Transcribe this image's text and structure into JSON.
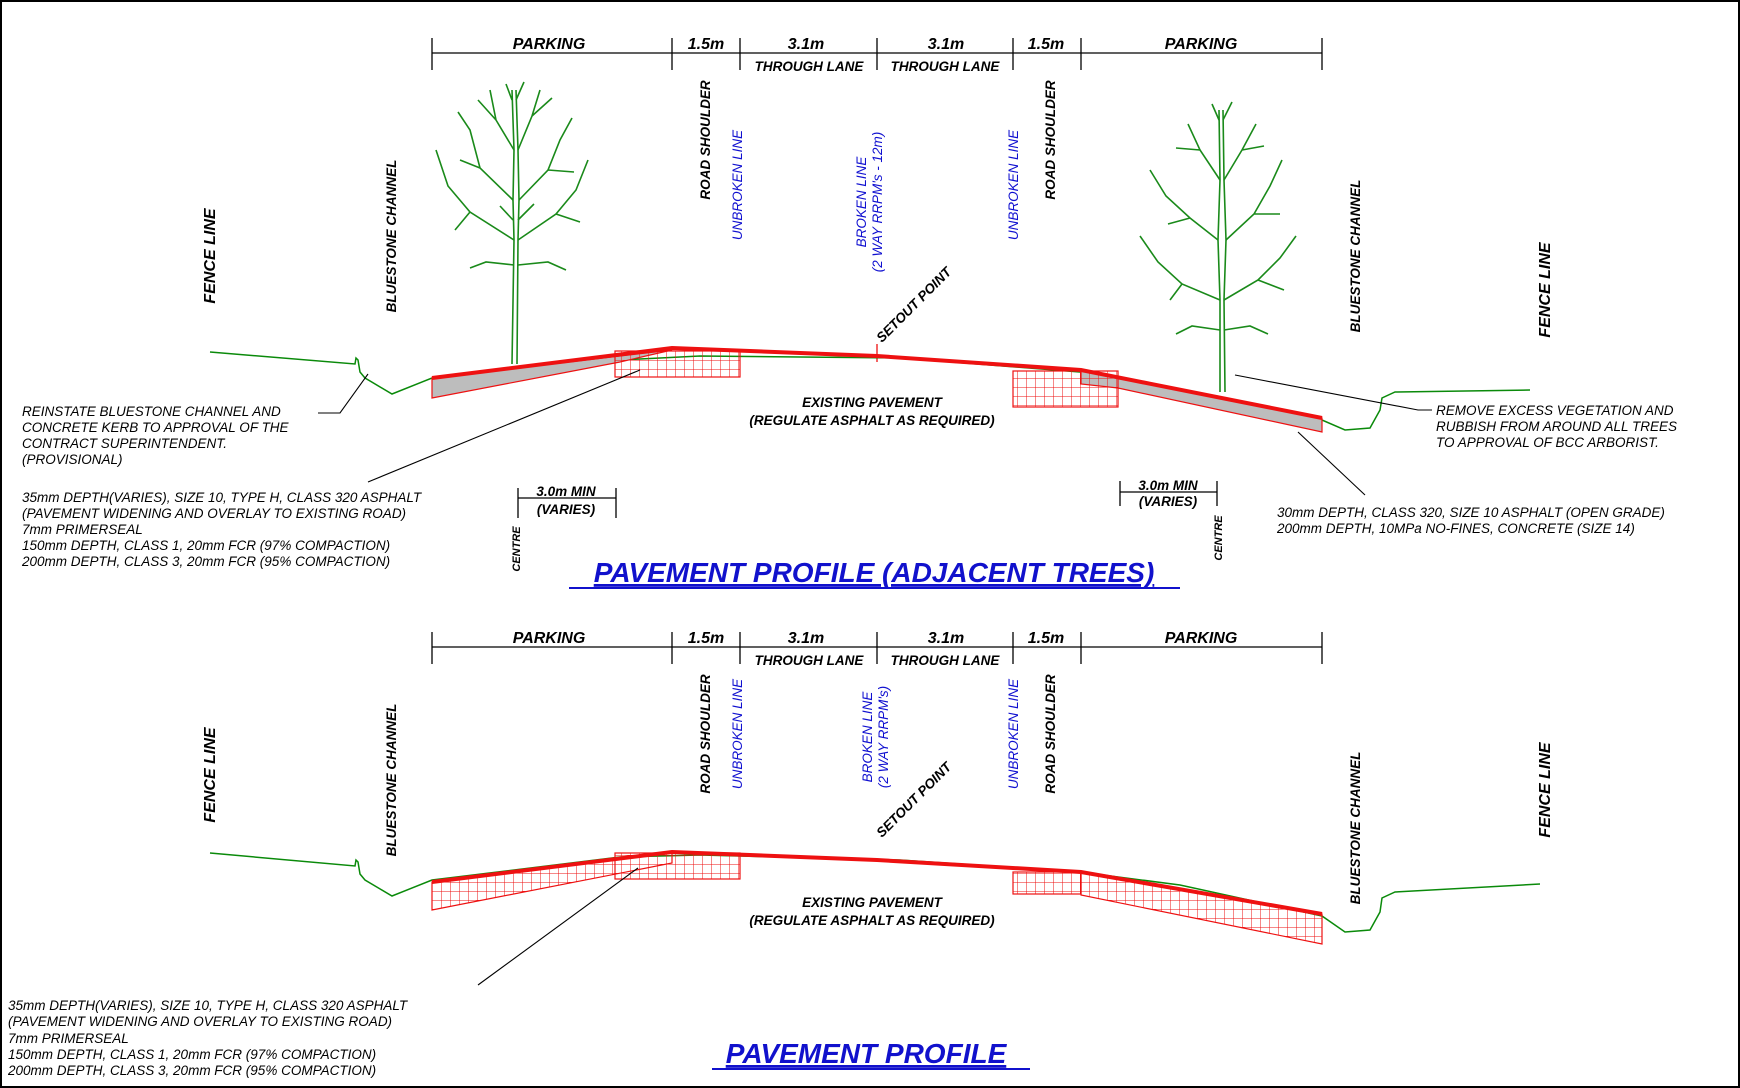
{
  "top": {
    "title": "PAVEMENT PROFILE (ADJACENT TREES)",
    "dims": {
      "parking_left": "PARKING",
      "shoulder_left": "1.5m",
      "lane_left": "3.1m",
      "lane_right": "3.1m",
      "shoulder_right": "1.5m",
      "parking_right": "PARKING",
      "through_lane_left": "THROUGH LANE",
      "through_lane_right": "THROUGH LANE"
    },
    "labels": {
      "fence_left": "FENCE LINE",
      "fence_right": "FENCE LINE",
      "channel_left": "BLUESTONE CHANNEL",
      "channel_right": "BLUESTONE CHANNEL",
      "shoulder_left": "ROAD SHOULDER",
      "shoulder_right": "ROAD SHOULDER",
      "unbroken_left": "UNBROKEN LINE",
      "unbroken_right": "UNBROKEN LINE",
      "broken_1": "BROKEN LINE",
      "broken_2": "(2 WAY RRPM's - 12m)",
      "setout": "SETOUT POINT",
      "existing_1": "EXISTING PAVEMENT",
      "existing_2": "(REGULATE ASPHALT AS REQUIRED)",
      "min_left_1": "3.0m MIN",
      "min_left_2": "(VARIES)",
      "min_right_1": "3.0m MIN",
      "min_right_2": "(VARIES)",
      "centre_left": "CENTRE",
      "centre_right": "CENTRE"
    },
    "notes": {
      "reinstate": [
        "REINSTATE BLUESTONE CHANNEL AND",
        "CONCRETE KERB TO APPROVAL OF THE",
        "CONTRACT SUPERINTENDENT.",
        "(PROVISIONAL)"
      ],
      "asphalt": [
        "35mm DEPTH(VARIES), SIZE 10, TYPE H, CLASS 320 ASPHALT",
        "(PAVEMENT WIDENING AND OVERLAY TO EXISTING ROAD)",
        "7mm PRIMERSEAL",
        "150mm DEPTH, CLASS 1, 20mm FCR (97% COMPACTION)",
        "200mm DEPTH, CLASS 3, 20mm FCR (95% COMPACTION)"
      ],
      "vegetation": [
        "REMOVE EXCESS VEGETATION AND",
        "RUBBISH FROM AROUND ALL TREES",
        "TO APPROVAL OF BCC ARBORIST."
      ],
      "open_grade": [
        "30mm DEPTH, CLASS 320, SIZE 10 ASPHALT (OPEN GRADE)",
        "200mm DEPTH, 10MPa NO-FINES, CONCRETE (SIZE 14)"
      ]
    }
  },
  "bottom": {
    "title": "PAVEMENT PROFILE",
    "dims": {
      "parking_left": "PARKING",
      "shoulder_left": "1.5m",
      "lane_left": "3.1m",
      "lane_right": "3.1m",
      "shoulder_right": "1.5m",
      "parking_right": "PARKING",
      "through_lane_left": "THROUGH LANE",
      "through_lane_right": "THROUGH LANE"
    },
    "labels": {
      "fence_left": "FENCE LINE",
      "fence_right": "FENCE LINE",
      "channel_left": "BLUESTONE CHANNEL",
      "channel_right": "BLUESTONE CHANNEL",
      "shoulder_left": "ROAD SHOULDER",
      "shoulder_right": "ROAD SHOULDER",
      "unbroken_left": "UNBROKEN LINE",
      "unbroken_right": "UNBROKEN LINE",
      "broken_1": "BROKEN LINE",
      "broken_2": "(2 WAY RRPM's)",
      "setout": "SETOUT POINT",
      "existing_1": "EXISTING PAVEMENT",
      "existing_2": "(REGULATE ASPHALT AS REQUIRED)"
    },
    "notes": {
      "asphalt": [
        "35mm DEPTH(VARIES), SIZE 10, TYPE H, CLASS 320 ASPHALT",
        "(PAVEMENT WIDENING AND OVERLAY TO EXISTING ROAD)",
        "7mm PRIMERSEAL",
        "150mm DEPTH, CLASS 1, 20mm FCR (97% COMPACTION)",
        "200mm DEPTH, CLASS 3, 20mm FCR (95% COMPACTION)"
      ]
    }
  },
  "colors": {
    "surface": "#ee1111",
    "ground": "#0a8a0a",
    "line_marking": "#1010d0",
    "title": "#1111cc",
    "fill": "#bdbdbd"
  }
}
